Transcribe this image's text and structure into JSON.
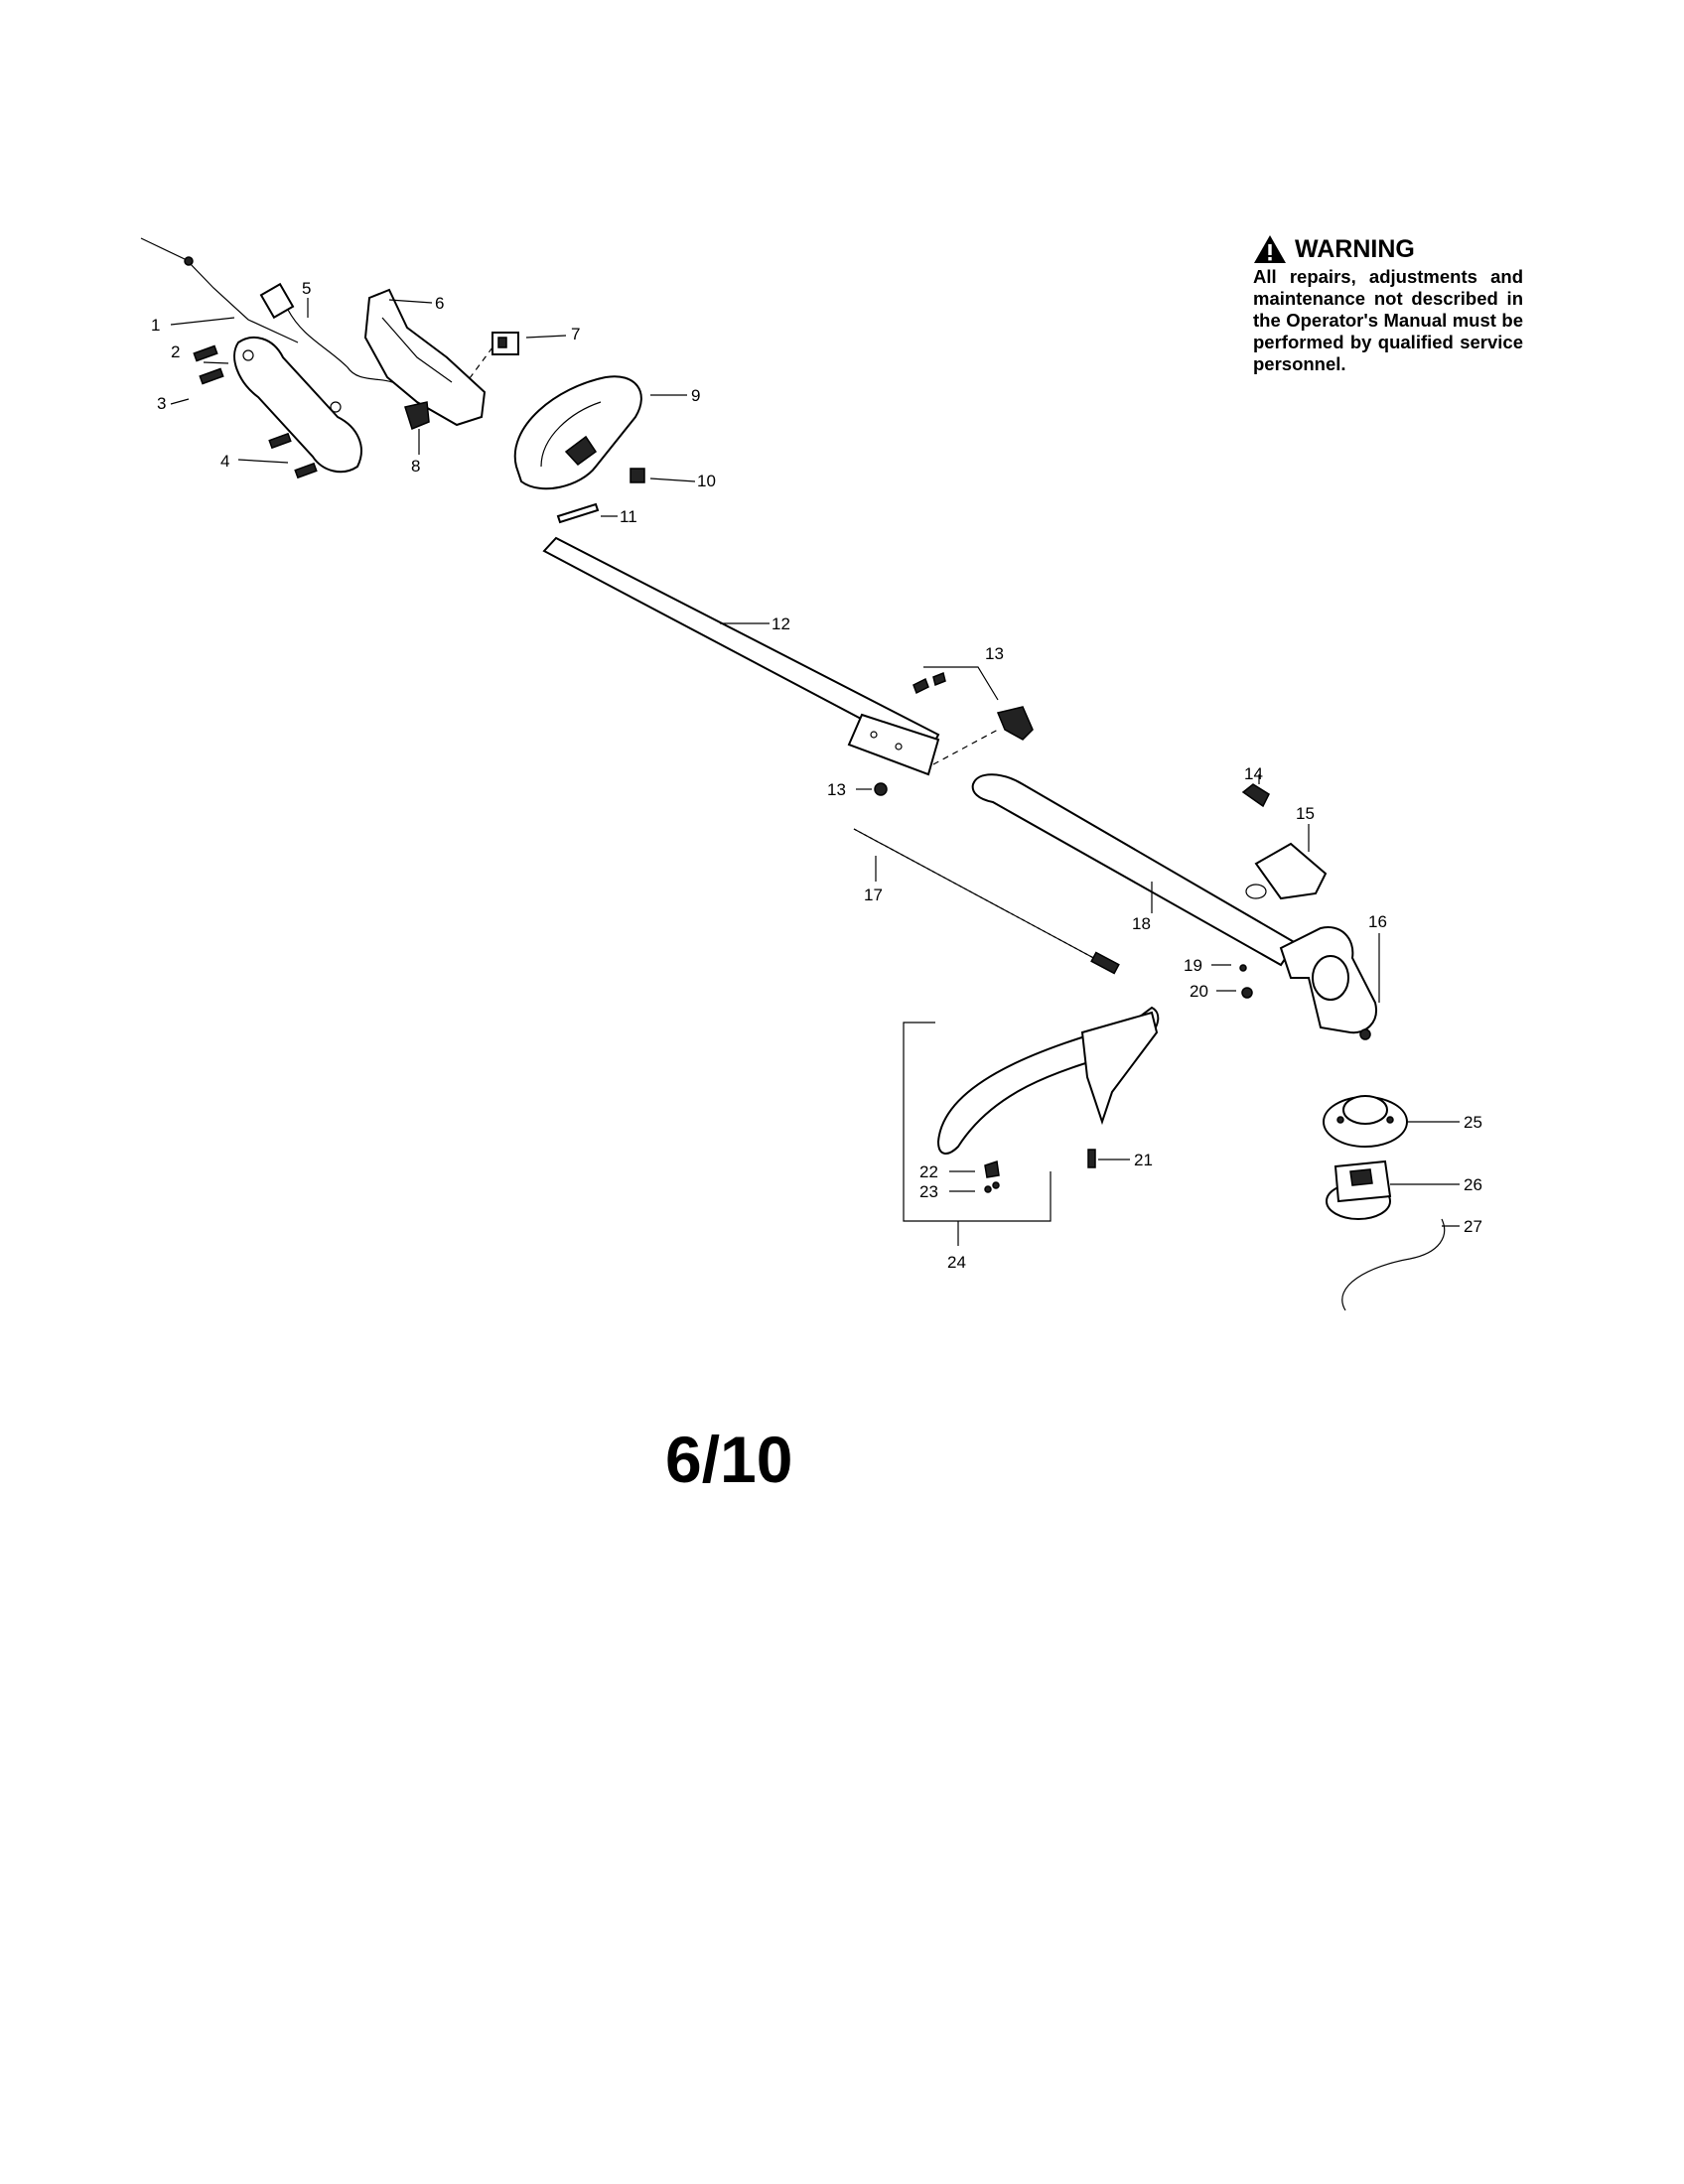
{
  "warning": {
    "title": "WARNING",
    "icon": "warning-triangle-icon",
    "text": "All repairs, adjustments and maintenance not described in the Operator's Manual must be performed by qualified service personnel."
  },
  "page_number": "6/10",
  "callouts": {
    "c1": "1",
    "c2": "2",
    "c3": "3",
    "c4": "4",
    "c5": "5",
    "c6": "6",
    "c7": "7",
    "c8": "8",
    "c9": "9",
    "c10": "10",
    "c11": "11",
    "c12": "12",
    "c13a": "13",
    "c13b": "13",
    "c14": "14",
    "c15": "15",
    "c16": "16",
    "c17": "17",
    "c18": "18",
    "c19": "19",
    "c20": "20",
    "c21": "21",
    "c22": "22",
    "c23": "23",
    "c24": "24",
    "c25": "25",
    "c26": "26",
    "c27": "27"
  }
}
